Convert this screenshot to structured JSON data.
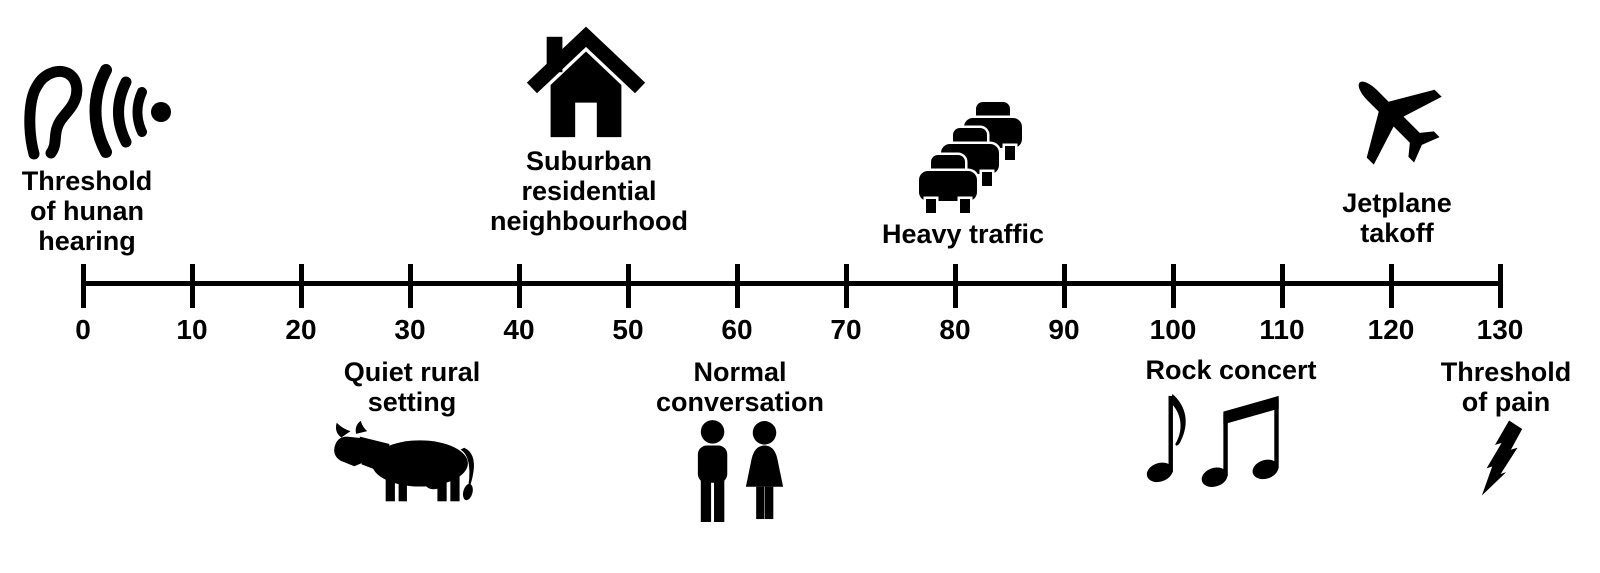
{
  "colors": {
    "ink": "#000000",
    "background": "#ffffff"
  },
  "axis": {
    "min": 0,
    "max": 130,
    "step": 10,
    "tick_labels": [
      "0",
      "10",
      "20",
      "30",
      "40",
      "50",
      "60",
      "70",
      "80",
      "90",
      "100",
      "110",
      "120",
      "130"
    ]
  },
  "milestones": {
    "hearing": {
      "lines": [
        "Threshold",
        "of hunan",
        "hearing"
      ],
      "icon": "ear-with-sound-waves-icon",
      "approx_db": 0,
      "side": "above"
    },
    "suburban": {
      "lines": [
        "Suburban",
        "residential",
        "neighbourhood"
      ],
      "icon": "house-icon",
      "approx_db": 45,
      "side": "above"
    },
    "traffic": {
      "lines": [
        "Heavy traffic"
      ],
      "icon": "traffic-cars-icon",
      "approx_db": 80,
      "side": "above"
    },
    "jetplane": {
      "lines": [
        "Jetplane",
        "takoff"
      ],
      "icon": "airplane-icon",
      "approx_db": 118,
      "side": "above"
    },
    "rural": {
      "lines": [
        "Quiet rural",
        "setting"
      ],
      "icon": "cow-icon",
      "approx_db": 30,
      "side": "below"
    },
    "conversation": {
      "lines": [
        "Normal",
        "conversation"
      ],
      "icon": "man-woman-icon",
      "approx_db": 60,
      "side": "below"
    },
    "concert": {
      "lines": [
        "Rock concert"
      ],
      "icon": "music-notes-icon",
      "approx_db": 105,
      "side": "below"
    },
    "pain": {
      "lines": [
        "Threshold",
        "of pain"
      ],
      "icon": "lightning-bolt-icon",
      "approx_db": 130,
      "side": "below"
    }
  }
}
